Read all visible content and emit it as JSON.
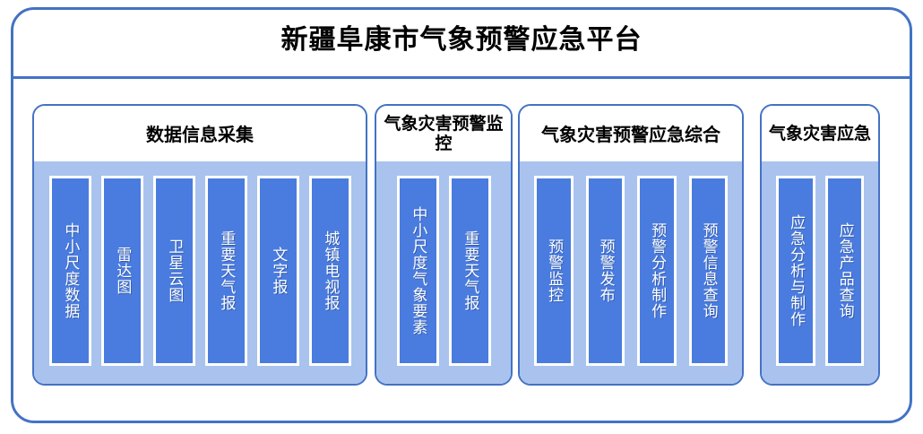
{
  "page": {
    "title": "新疆阜康市气象预警应急平台"
  },
  "groups": [
    {
      "id": "data-collection",
      "title": "数据信息采集",
      "items": [
        {
          "label": "中小尺度数据"
        },
        {
          "label": "雷达图"
        },
        {
          "label": "卫星云图"
        },
        {
          "label": "重要天气报"
        },
        {
          "label": "文字报"
        },
        {
          "label": "城镇电视报"
        }
      ]
    },
    {
      "id": "disaster-warning-monitor",
      "title": "气象灾害预警监控",
      "items": [
        {
          "label": "中小尺度气象要素"
        },
        {
          "label": "重要天气报"
        }
      ]
    },
    {
      "id": "warning-emergency-integrated",
      "title": "气象灾害预警应急综合",
      "items": [
        {
          "label": "预警监控"
        },
        {
          "label": "预警发布"
        },
        {
          "label": "预警分析制作"
        },
        {
          "label": "预警信息查询"
        }
      ]
    },
    {
      "id": "disaster-emergency",
      "title": "气象灾害应急",
      "items": [
        {
          "label": "应急分析与制作"
        },
        {
          "label": "应急产品查询"
        }
      ]
    }
  ],
  "colors": {
    "frame_border": "#4472c4",
    "panel_body": "#a9c3ee",
    "item_bar": "#4a7ce0",
    "item_bar_border": "#ffffff",
    "text_dark": "#000000",
    "text_light": "#ffffff"
  }
}
